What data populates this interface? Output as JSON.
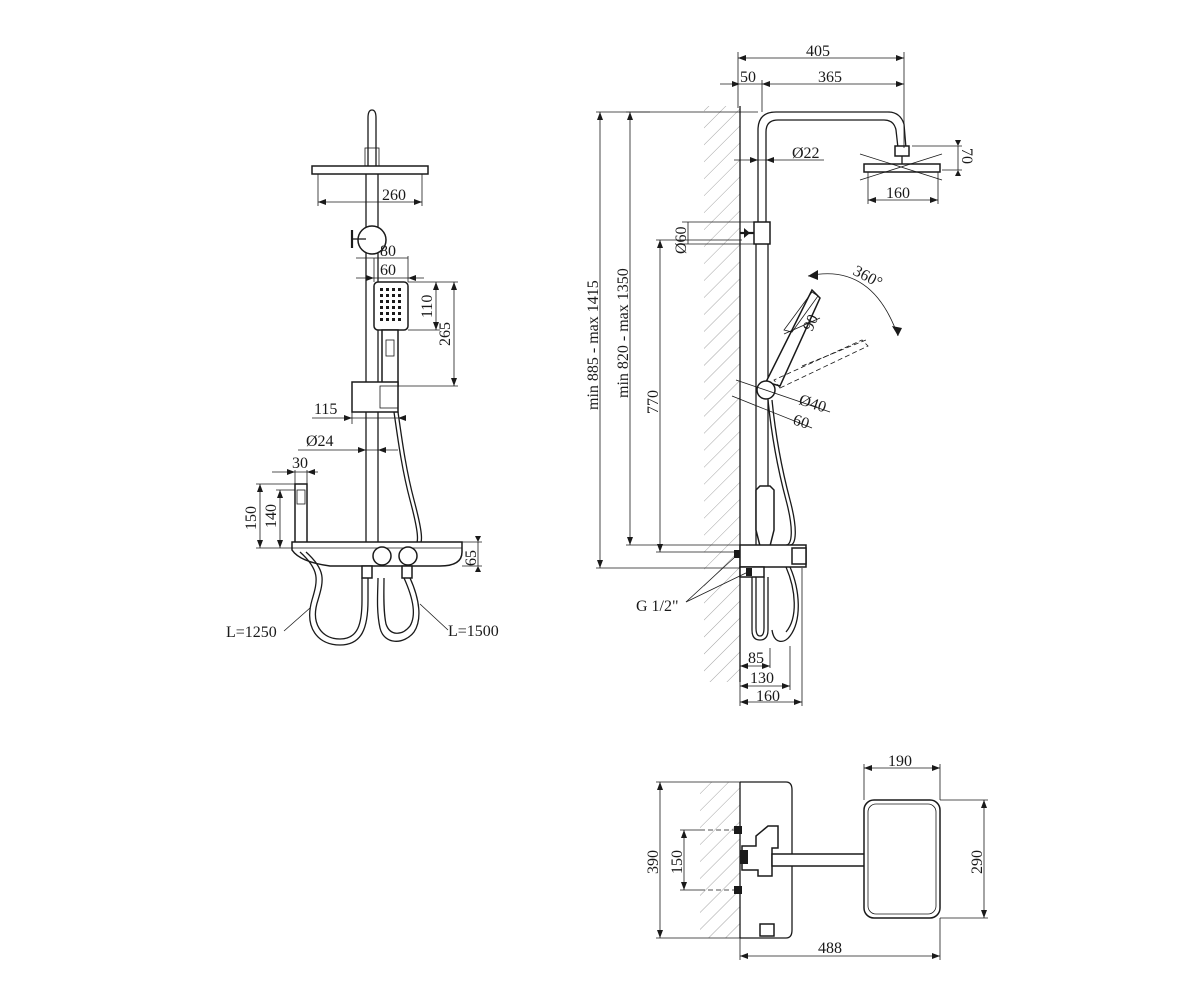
{
  "front_view": {
    "head_width": "260",
    "handshower_outer": "80",
    "handshower_inner": "60",
    "handshower_head_height": "110",
    "handshower_length": "265",
    "holder_offset": "115",
    "pipe_diameter": "Ø24",
    "spout_width": "30",
    "spout_height_outer": "150",
    "spout_height_inner": "140",
    "shelf_height": "65",
    "hose_left": "L=1250",
    "hose_right": "L=1500"
  },
  "side_view": {
    "arm_total": "405",
    "arm_wall": "50",
    "arm_length": "365",
    "arm_pipe_diameter": "Ø22",
    "head_thickness": "70",
    "head_depth": "160",
    "bracket_diameter": "Ø60",
    "height_range_outer": "min 885 - max 1415",
    "height_range_inner": "min 820 - max 1350",
    "holder_height": "770",
    "rotation": "360°",
    "handshower_angle": "90",
    "holder_diameter": "Ø40",
    "holder_offset": "60",
    "connection": "G 1/2\"",
    "depth_85": "85",
    "depth_130": "130",
    "depth_160": "160"
  },
  "top_view": {
    "head_width": "190",
    "total_depth": "390",
    "inlet_spacing": "150",
    "head_depth": "290",
    "total_projection": "488"
  }
}
